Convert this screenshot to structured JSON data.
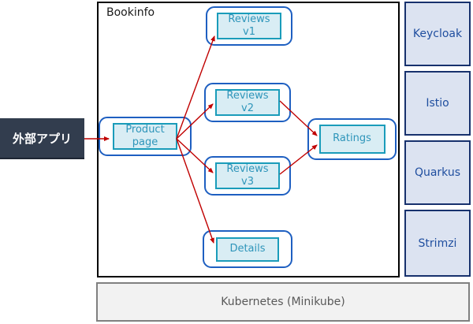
{
  "external_app": {
    "label": "外部アプリ"
  },
  "bookinfo": {
    "title": "Bookinfo",
    "nodes": {
      "product_page": {
        "label": "Product\npage"
      },
      "reviews_v1": {
        "label": "Reviews\nv1"
      },
      "reviews_v2": {
        "label": "Reviews\nv2"
      },
      "reviews_v3": {
        "label": "Reviews\nv3"
      },
      "ratings": {
        "label": "Ratings"
      },
      "details": {
        "label": "Details"
      }
    }
  },
  "sidebar": {
    "items": [
      {
        "label": "Keycloak"
      },
      {
        "label": "Istio"
      },
      {
        "label": "Quarkus"
      },
      {
        "label": "Strimzi"
      }
    ]
  },
  "platform": {
    "label": "Kubernetes (Minikube)"
  },
  "colors": {
    "frame_border": "#000000",
    "node_outer_border": "#1e5fc1",
    "node_inner_border": "#1a9cba",
    "node_inner_fill": "#d9edf4",
    "node_text": "#2e95ba",
    "sidebar_fill": "#dce3f1",
    "sidebar_border": "#17316d",
    "sidebar_text": "#1f4e9f",
    "external_fill": "#323d4e",
    "external_text": "#ffffff",
    "platform_fill": "#f2f2f2",
    "platform_border": "#808080",
    "platform_text": "#595959",
    "arrow": "#c00000"
  }
}
